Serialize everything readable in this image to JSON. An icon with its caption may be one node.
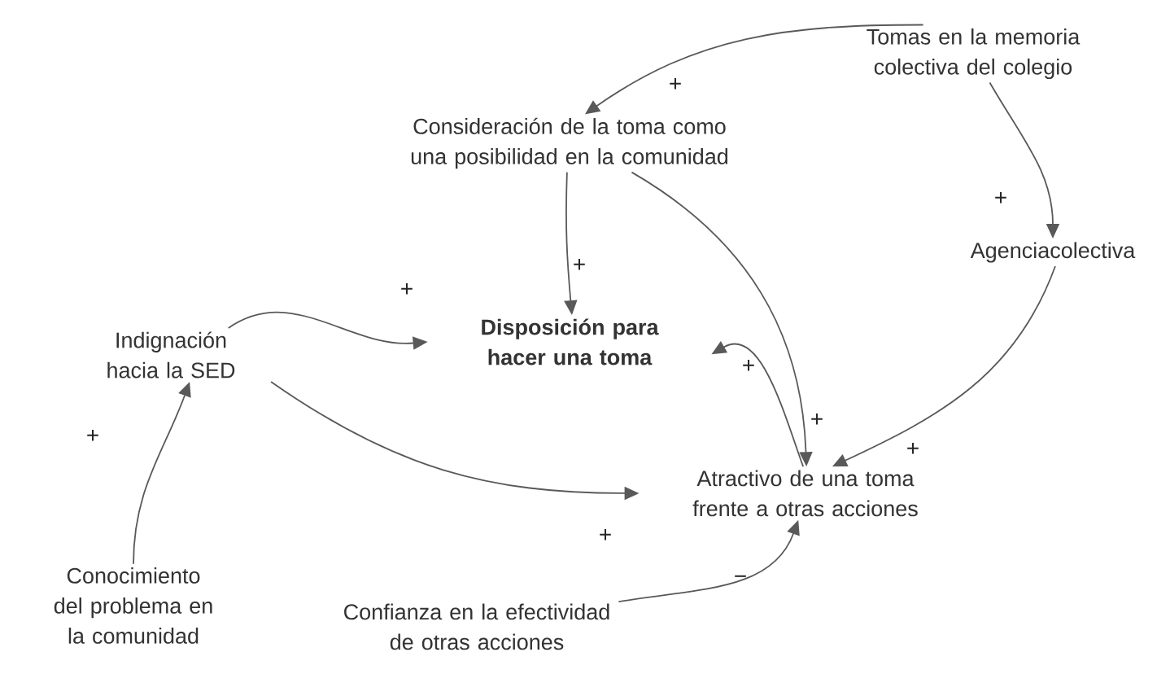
{
  "diagram": {
    "nodes": [
      {
        "text": [
          "Tomas en la memoria colectiva del colegio"
        ]
      },
      {
        "text": [
          "Consideración de la toma como una posibilidad en la comunidad"
        ]
      },
      {
        "text": [
          "Agenciacolectiva"
        ]
      },
      {
        "text": [
          "Disposición para hacer una toma"
        ]
      },
      {
        "text": [
          "Indignación hacia la SED"
        ]
      },
      {
        "text": [
          "Atractivo de una toma frente a otras acciones"
        ]
      },
      {
        "text": [
          "Conocimiento del problema en la comunidad"
        ]
      },
      {
        "text": [
          "Confianza en la efectividad de otras acciones"
        ]
      }
    ],
    "edges": [
      {
        "from": 0,
        "to": 1,
        "arrow": "to",
        "label": "+"
      },
      {
        "from": 0,
        "to": 2,
        "arrow": "to",
        "label": "+"
      },
      {
        "from": 1,
        "to": 3,
        "arrow": "to",
        "label": "+"
      },
      {
        "from": 1,
        "to": 5,
        "arrow": "to",
        "label": "+"
      },
      {
        "from": 2,
        "to": 5,
        "arrow": "to",
        "label": "+"
      },
      {
        "from": 4,
        "to": 3,
        "arrow": "to",
        "label": "+"
      },
      {
        "from": 4,
        "to": 5,
        "arrow": "to",
        "label": "+"
      },
      {
        "from": 5,
        "to": 3,
        "arrow": "to",
        "label": "+"
      },
      {
        "from": 6,
        "to": 4,
        "arrow": "to",
        "label": "+"
      },
      {
        "from": 7,
        "to": 5,
        "arrow": "to",
        "label": "−"
      }
    ]
  }
}
